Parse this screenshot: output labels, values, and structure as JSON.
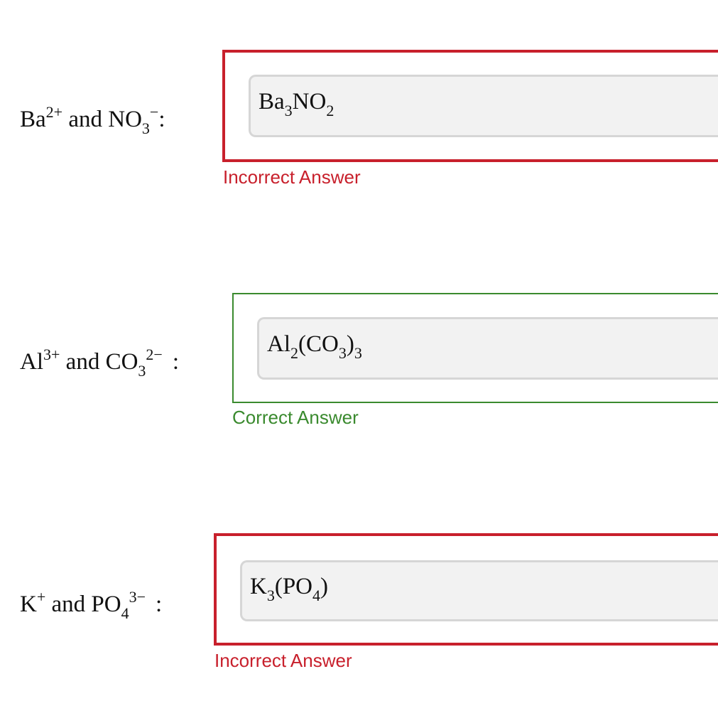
{
  "questions": [
    {
      "prompt": {
        "ion1": "Ba",
        "ion1_charge": "2+",
        "connector": "and",
        "ion2": "NO",
        "ion2_sub": "3",
        "ion2_charge": "−",
        "colon": ":"
      },
      "answer": {
        "parts": [
          {
            "text": "Ba",
            "sub": "3"
          },
          {
            "text": "NO",
            "sub": "2"
          }
        ]
      },
      "status": "incorrect",
      "feedback": "Incorrect Answer"
    },
    {
      "prompt": {
        "ion1": "Al",
        "ion1_charge": "3+",
        "connector": "and",
        "ion2": "CO",
        "ion2_sub": "3",
        "ion2_charge": "2−",
        "colon": ":"
      },
      "answer": {
        "parts": [
          {
            "text": "Al",
            "sub": "2"
          },
          {
            "text": "(CO",
            "sub": "3"
          },
          {
            "text": ")",
            "sub": "3"
          }
        ]
      },
      "status": "correct",
      "feedback": "Correct Answer"
    },
    {
      "prompt": {
        "ion1": "K",
        "ion1_charge": "+",
        "connector": "and",
        "ion2": "PO",
        "ion2_sub": "4",
        "ion2_charge": "3−",
        "colon": ":"
      },
      "answer": {
        "parts": [
          {
            "text": "K",
            "sub": "3"
          },
          {
            "text": "(PO",
            "sub": "4"
          },
          {
            "text": ")",
            "sub": ""
          }
        ]
      },
      "status": "incorrect",
      "feedback": "Incorrect Answer"
    }
  ],
  "colors": {
    "incorrect": "#c8202c",
    "correct": "#3a8a2e",
    "field_background": "#f2f2f2",
    "field_border": "#d6d6d6"
  }
}
